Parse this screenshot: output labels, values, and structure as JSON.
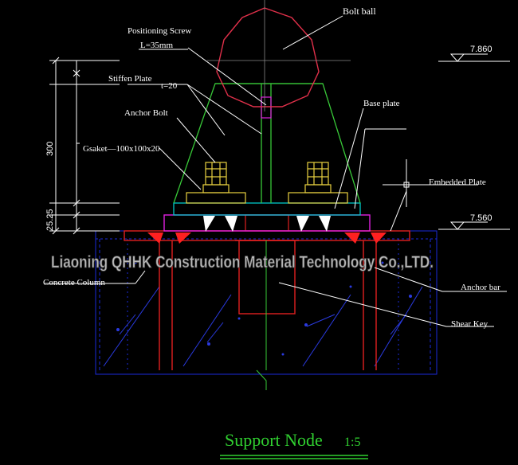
{
  "labels": {
    "bolt_ball": "Bolt ball",
    "positioning_screw": "Positioning Screw",
    "screw_length": "L=35mm",
    "stiffen_plate": "Stiffen Plate",
    "stiffen_thickness": "t=20",
    "anchor_bolt": "Anchor Bolt",
    "gasket": "Gsaket—100x100x20",
    "base_plate": "Base plate",
    "embedded_plate": "Embedded Plate",
    "concrete_column": "Concrete Column",
    "anchor_bar": "Anchor bar",
    "shear_key": "Shear Key"
  },
  "elevations": {
    "top": "7.860",
    "bottom": "7.560"
  },
  "dimensions": {
    "total": "300",
    "lower": "25.25"
  },
  "watermark": "Liaoning QHHK Construction Material Technology Co.,LTD.",
  "title": {
    "main": "Support Node",
    "scale": "1:5"
  },
  "colors": {
    "background": "#000000",
    "bolt_ball": "#e0304a",
    "stiffener": "#38c838",
    "bolt": "#e8d040",
    "gasket": "#e8d040",
    "base_plate": "#00c8c8",
    "embedded_plate": "#e020e0",
    "concrete": "#1828d0",
    "anchor_bar": "#e02020",
    "title": "#30d030"
  }
}
